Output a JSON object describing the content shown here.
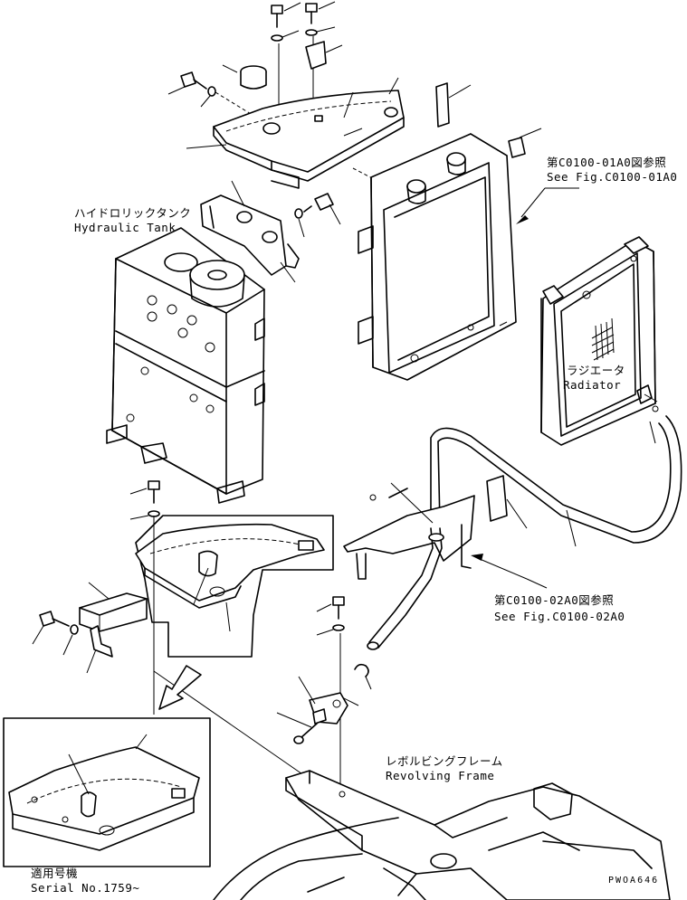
{
  "labels": {
    "hydraulic_tank_jp": "ハイドロリックタンク",
    "hydraulic_tank_en": "Hydraulic Tank",
    "radiator_jp": "ラジエータ",
    "radiator_en": "Radiator",
    "see_fig_1_jp": "第C0100-01A0図参照",
    "see_fig_1_en": "See Fig.C0100-01A0",
    "see_fig_2_jp": "第C0100-02A0図参照",
    "see_fig_2_en": "See Fig.C0100-02A0",
    "revolving_frame_jp": "レボルビングフレーム",
    "revolving_frame_en": "Revolving Frame",
    "serial_jp": "適用号機",
    "serial_en": "Serial No.1759~",
    "drawing_code": "PWOA646"
  }
}
